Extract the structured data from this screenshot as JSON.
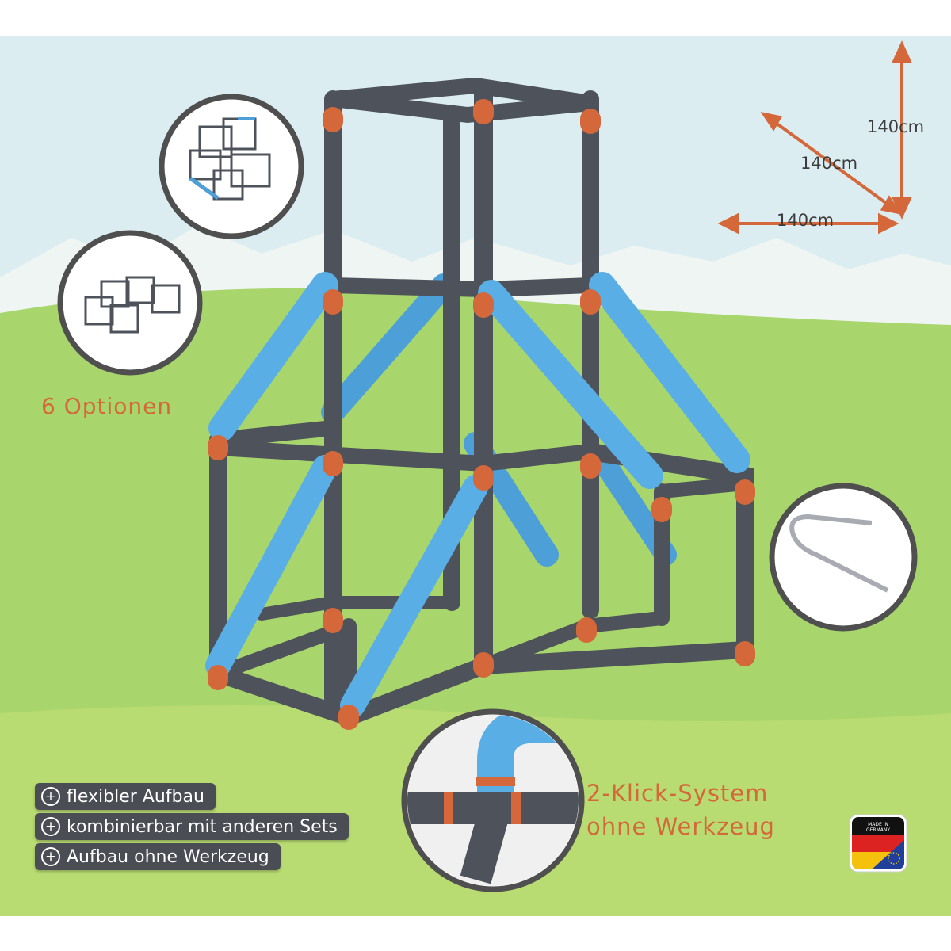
{
  "dimensions": {
    "height_label": "140cm",
    "depth_label": "140cm",
    "width_label": "140cm"
  },
  "options": {
    "label": "6 Optionen"
  },
  "features": [
    "flexibler Aufbau",
    "kombinierbar mit anderen Sets",
    "Aufbau ohne Werkzeug"
  ],
  "system": {
    "line1": "2-Klick-System",
    "line2": "ohne Werkzeug"
  },
  "badge": {
    "line1": "MADE IN",
    "line2": "GERMANY"
  },
  "colors": {
    "accent": "#d5683a",
    "frame_gray": "#4e535b",
    "climb_blue": "#5aaee6",
    "grass": "#a8d36a",
    "sky": "#dbeef3"
  }
}
